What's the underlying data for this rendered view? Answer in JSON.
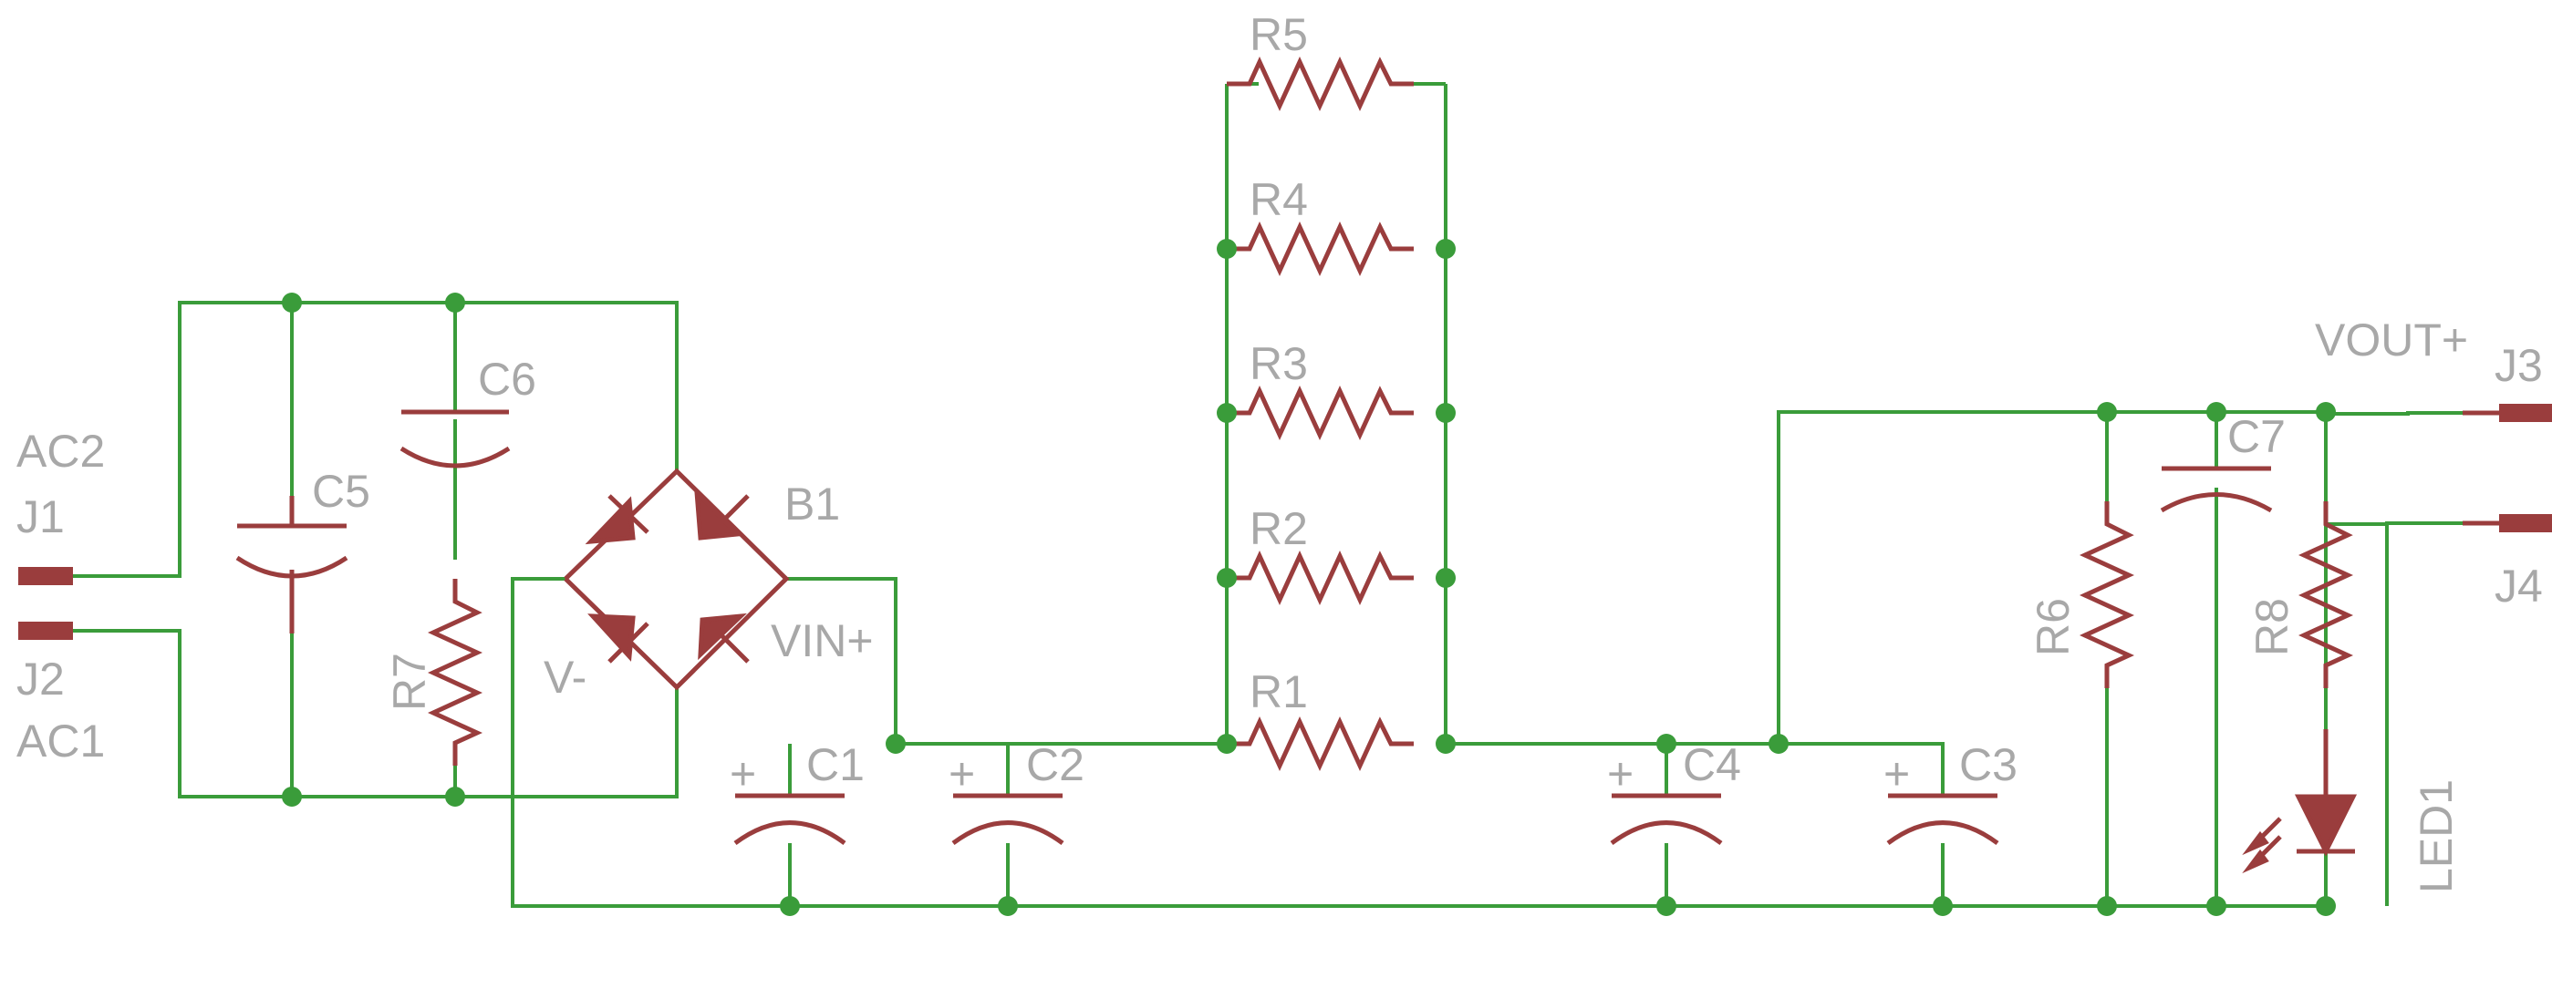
{
  "colors": {
    "background": "#ffffff",
    "wire": "#3a9c3a",
    "junction": "#3a9c3a",
    "component": "#9a3d3d",
    "label": "#a8a8a8"
  },
  "labels": {
    "ac2": "AC2",
    "j1": "J1",
    "j2": "J2",
    "ac1": "AC1",
    "c5": "C5",
    "c6": "C6",
    "r7": "R7",
    "b1": "B1",
    "v_minus": "V-",
    "vin_plus": "VIN+",
    "c1": "C1",
    "c2": "C2",
    "r1": "R1",
    "r2": "R2",
    "r3": "R3",
    "r4": "R4",
    "r5": "R5",
    "c4": "C4",
    "c3": "C3",
    "vout_plus": "VOUT+",
    "j3": "J3",
    "c7": "C7",
    "j4": "J4",
    "r6": "R6",
    "r8": "R8",
    "led1": "LED1",
    "plus_sign": "+"
  },
  "components": {
    "connectors": [
      "J1",
      "J2",
      "J3",
      "J4"
    ],
    "capacitors": [
      "C5",
      "C6",
      "C7"
    ],
    "polarized_capacitors": [
      "C1",
      "C2",
      "C3",
      "C4"
    ],
    "resistors": [
      "R1",
      "R2",
      "R3",
      "R4",
      "R5",
      "R6",
      "R7",
      "R8"
    ],
    "bridge_rectifier": "B1",
    "led": "LED1"
  }
}
